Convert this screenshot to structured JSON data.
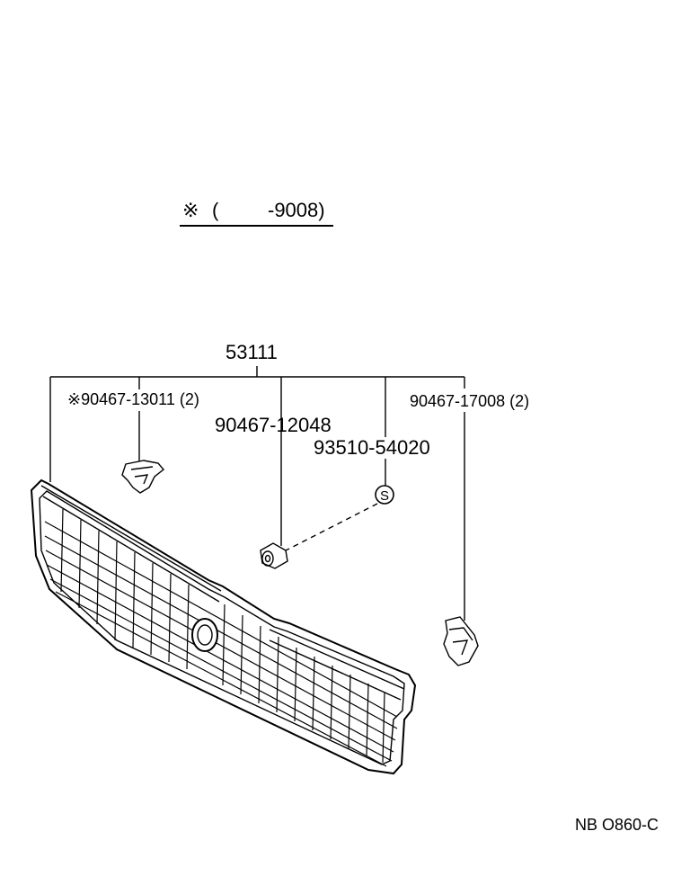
{
  "legend": {
    "symbol": "※",
    "open_paren": "(",
    "range_end": "-9008)"
  },
  "parts": {
    "assembly": "53111",
    "clip_left": "※90467-13011 (2)",
    "clip_right": "90467-17008 (2)",
    "nut": "90467-12048",
    "screw": "93510-54020",
    "screw_symbol": "S"
  },
  "footer": {
    "code": "NB O860-C"
  }
}
